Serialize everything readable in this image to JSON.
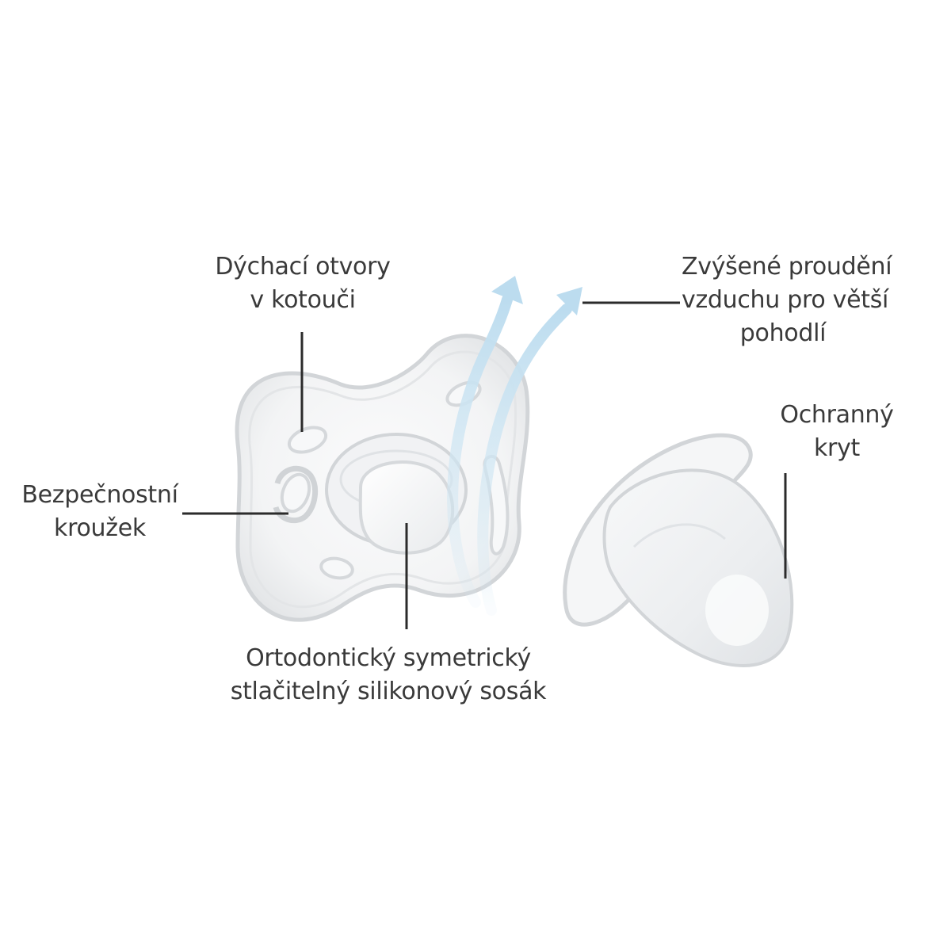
{
  "diagram": {
    "callouts": {
      "breathing_holes": {
        "lines": [
          "Dýchací otvory",
          "v kotouči"
        ]
      },
      "airflow": {
        "lines": [
          "Zvýšené proudění",
          "vzduchu pro větší",
          "pohodlí"
        ]
      },
      "safety_ring": {
        "lines": [
          "Bezpečnostní",
          "kroužek"
        ]
      },
      "protective_cover": {
        "lines": [
          "Ochranný",
          "kryt"
        ]
      },
      "teat": {
        "lines": [
          "Ortodontický symetrický",
          "stlačitelný silikonový sosák"
        ]
      }
    },
    "colors": {
      "text": "#3a3a3a",
      "leader_line": "#2b2b2b",
      "silicone_outline": "#d2d5d8",
      "airflow_arrow": "#cfe6f3"
    }
  }
}
